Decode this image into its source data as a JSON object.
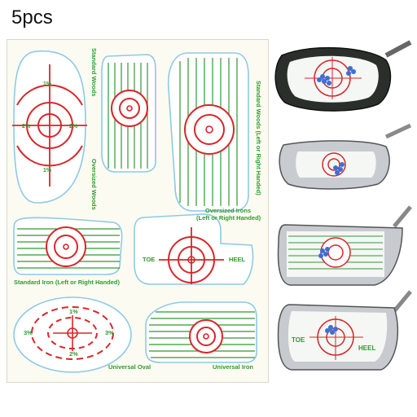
{
  "header": {
    "quantity": "5pcs"
  },
  "sheet": {
    "labels": {
      "standard_woods": "Standard Woods",
      "oversized_woods": "Oversized Woods",
      "standard_woods_lr": "Standard Woods (Left or Right Handed)",
      "oversized_irons": "Oversized Irons",
      "oversized_irons_lr": "(Left or Right Handed)",
      "standard_iron": "Standard Iron (Left or Right Handed)",
      "universal_oval": "Universal Oval",
      "universal_iron": "Universal Iron"
    },
    "target_marks": {
      "toe": "TOE",
      "heel": "HEEL",
      "pct1": "1%",
      "pct2": "2%",
      "pct3": "3%"
    }
  },
  "photos": {
    "toe": "TOE",
    "heel": "HEEL"
  },
  "colors": {
    "outline": "#8ec9e6",
    "red": "#d8262a",
    "green": "#2f9a2f",
    "ball": "#3c6fd6"
  }
}
